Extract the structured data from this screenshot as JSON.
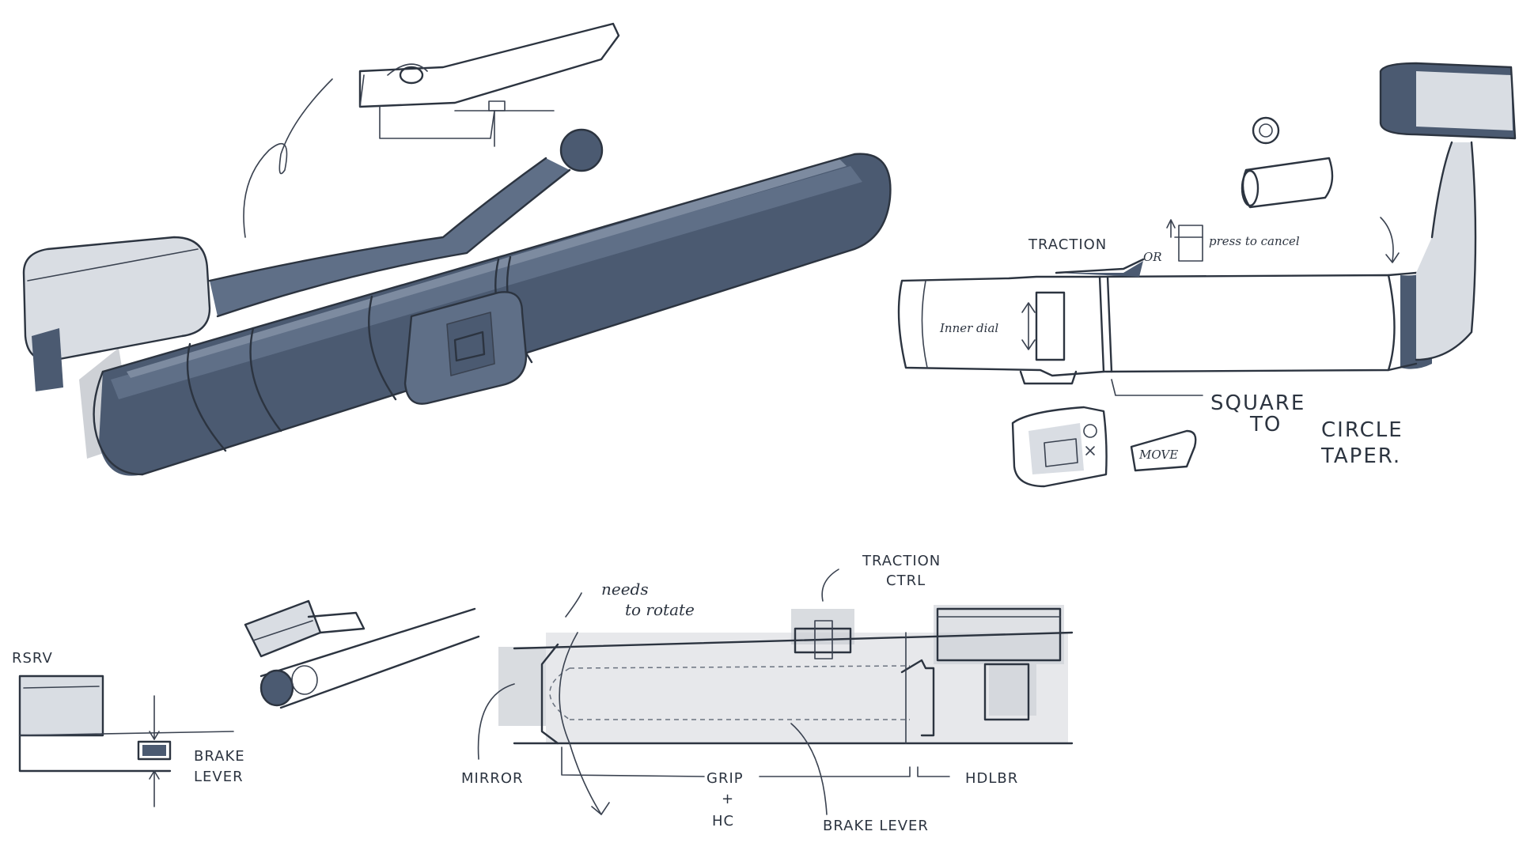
{
  "labels": {
    "traction_top": "TRACTION",
    "or_note": "OR",
    "press_to_cancel": "press to cancel",
    "inner_dial": "Inner dial",
    "square_to": "SQUARE",
    "to": "TO",
    "circle": "CIRCLE",
    "taper": "TAPER.",
    "move_tag": "MOVE",
    "rsrv": "RSRV",
    "brake_lever_left": "BRAKE",
    "brake_lever_left_2": "LEVER",
    "needs_to": "needs",
    "to_rotate": "to rotate",
    "traction_ctrl": "TRACTION",
    "traction_ctrl_2": "CTRL",
    "mirror": "MIRROR",
    "grip": "GRIP",
    "plus": "+",
    "hc": "HC",
    "hdlbr": "HDLBR",
    "brake_lever_bottom": "BRAKE LEVER"
  }
}
